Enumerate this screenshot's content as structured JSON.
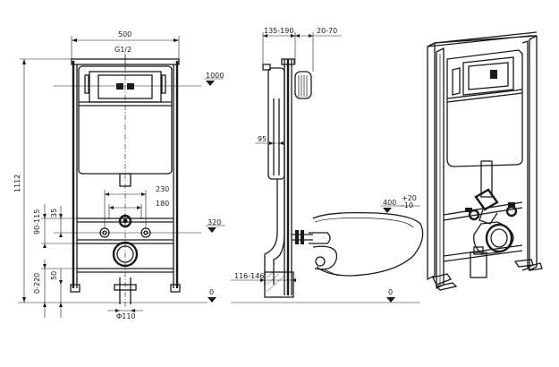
{
  "front_view": {
    "width": "500",
    "connection": "G1/2",
    "height_total": "1112",
    "flush_level": "1000",
    "outlet_height": "320",
    "floor_level": "0",
    "bolt_spacing": "230",
    "inlet_spacing": "180",
    "pan_range": "90-115",
    "pan_offset": "35",
    "floor_range": "0-220",
    "floor_offset": "50",
    "outlet_diameter": "Φ110"
  },
  "side_view": {
    "depth_range": "135-190",
    "panel_range": "20-70",
    "pipe_offset": "95",
    "tank_range": "116-146",
    "bowl_height": "400",
    "bowl_tol_plus": "+20",
    "bowl_tol_minus": "-10",
    "floor_level": "0"
  }
}
